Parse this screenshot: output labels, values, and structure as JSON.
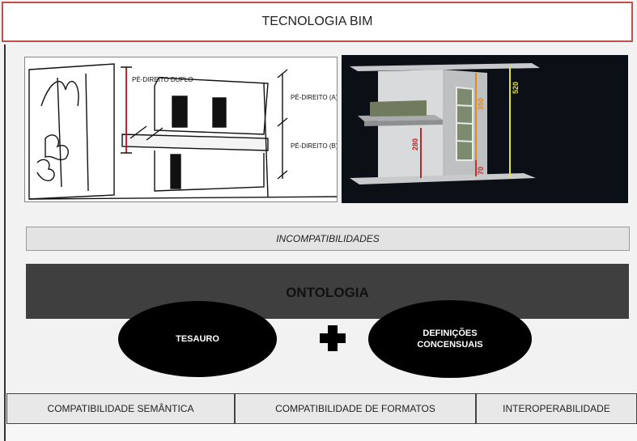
{
  "header": {
    "title": "TECNOLOGIA BIM"
  },
  "sketch": {
    "label_pe_direito_duplo": "PÉ-DIREITO DUPLO",
    "label_pe_direito_a": "PÉ-DIREITO (A)",
    "label_pe_direito_b": "PÉ-DIREITO (B)"
  },
  "model": {
    "dim_280": "280",
    "dim_350": "350",
    "dim_70": "70",
    "dim_520": "520",
    "colors": {
      "dim_280": "#b52a2a",
      "dim_350": "#e08a1e",
      "dim_70": "#d12a2a",
      "dim_520": "#e6e04a"
    }
  },
  "bars": {
    "incompatibilidades": "INCOMPATIBILIDADES",
    "ontologia": "ONTOLOGIA"
  },
  "ellipses": {
    "tesauro": "TESAURO",
    "definicoes": "DEFINIÇÕES CONCENSUAIS"
  },
  "bottom": {
    "compat_semantica": "COMPATIBILIDADE SEMÂNTICA",
    "compat_formatos": "COMPATIBILIDADE DE FORMATOS",
    "interoperabilidade": "INTEROPERABILIDADE"
  },
  "colors": {
    "header_border": "#c0504d",
    "ontologia_bg": "#3f3f3f"
  }
}
